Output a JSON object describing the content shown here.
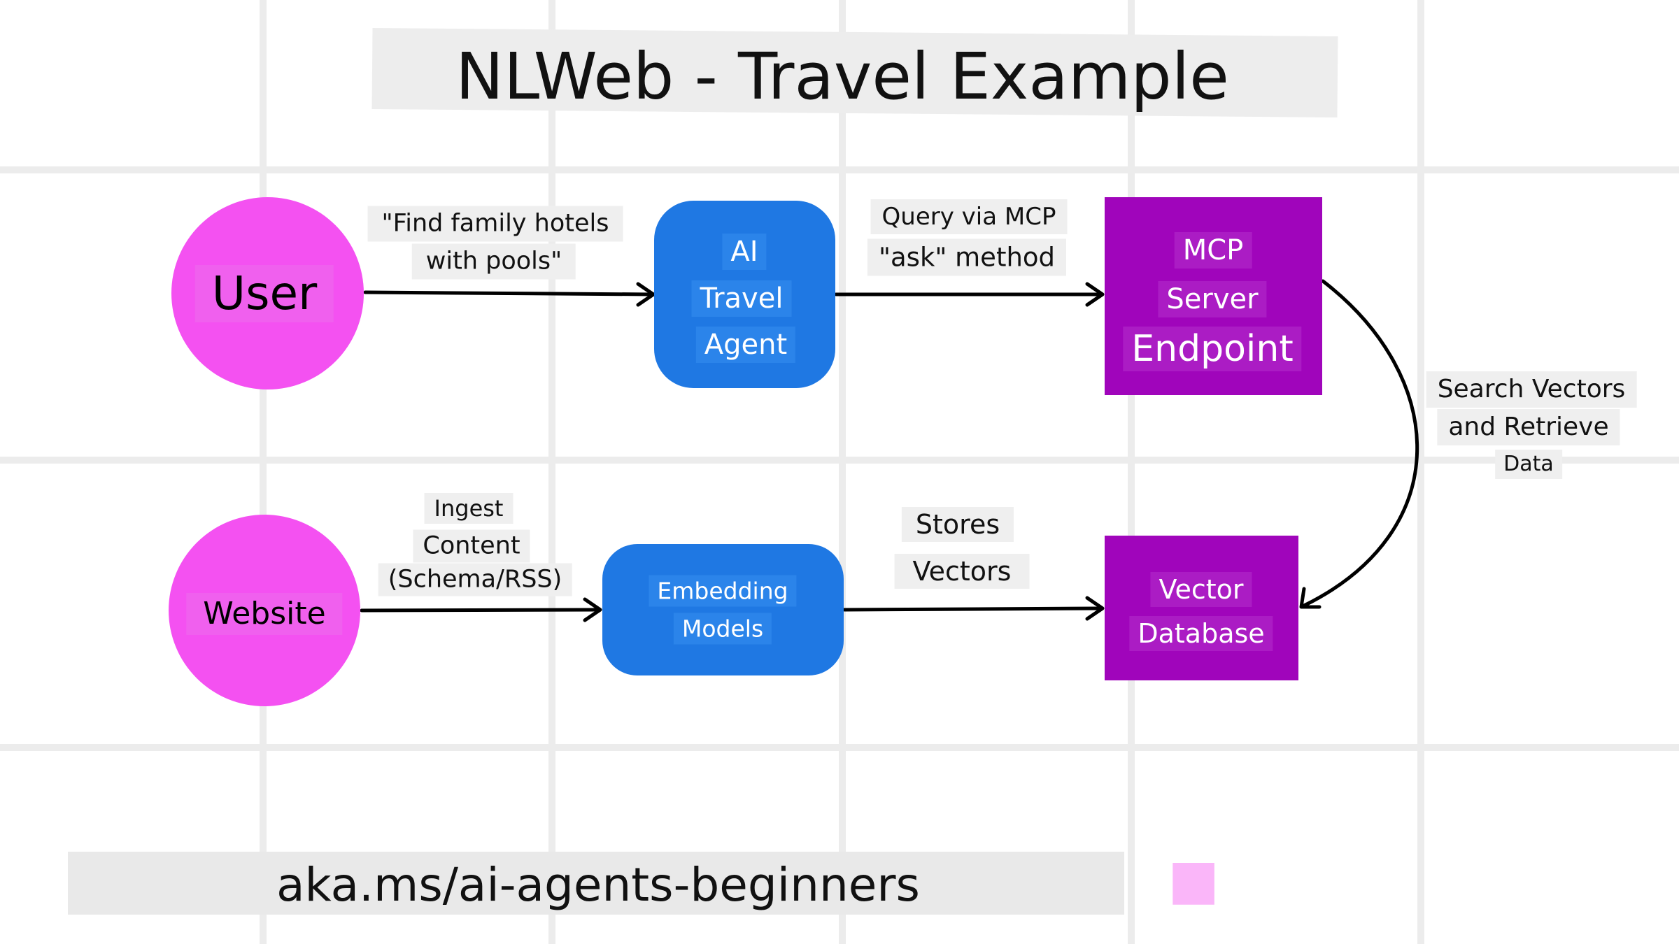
{
  "title": "NLWeb - Travel Example",
  "footer": {
    "url": "aka.ms/ai-agents-beginners"
  },
  "nodes": {
    "user": {
      "label": "User"
    },
    "ai_travel_agent": {
      "lines": [
        "AI",
        "Travel",
        "Agent"
      ]
    },
    "mcp_server": {
      "lines": [
        "MCP",
        "Server",
        "Endpoint"
      ]
    },
    "website": {
      "label": "Website"
    },
    "embedding_models": {
      "lines": [
        "Embedding",
        "Models"
      ]
    },
    "vector_database": {
      "lines": [
        "Vector",
        "Database"
      ]
    }
  },
  "edges": {
    "user_to_agent": {
      "lines": [
        "\"Find family hotels",
        "with pools\""
      ]
    },
    "agent_to_mcp": {
      "lines": [
        "Query via MCP",
        "\"ask\" method"
      ]
    },
    "mcp_to_db": {
      "lines": [
        "Search Vectors",
        "and Retrieve",
        "Data"
      ]
    },
    "website_to_models": {
      "lines": [
        "Ingest",
        "Content",
        "(Schema/RSS)"
      ]
    },
    "models_to_db": {
      "lines": [
        "Stores",
        "Vectors"
      ]
    }
  },
  "colors": {
    "node_pink": "#f451f1",
    "node_blue": "#1f78e3",
    "node_purple": "#a005bb",
    "arrow": "#000000",
    "label_bg": "#efefef"
  }
}
